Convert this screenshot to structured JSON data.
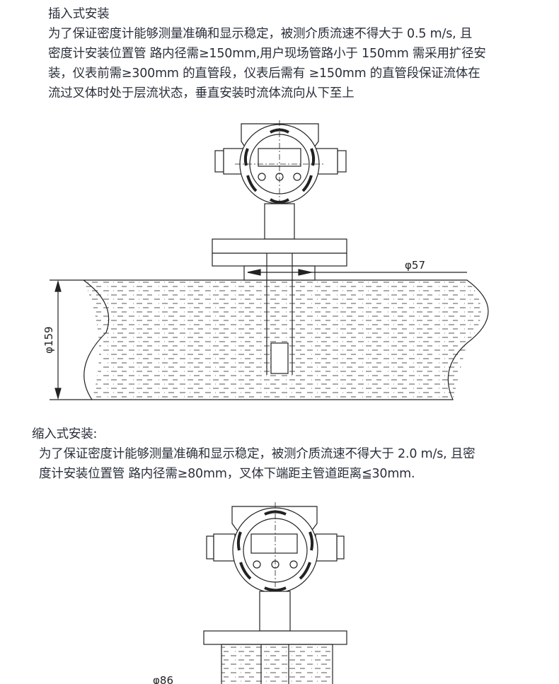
{
  "insertion": {
    "heading": "插入式安装",
    "lines": [
      "为了保证密度计能够测量准确和显示稳定，被测介质流速不得大于 0.5 m/s, 且",
      "密度计安装位置管 路内径需≥150mm,用户现场管路小于 150mm 需采用扩径安",
      "装，仪表前需≥300mm 的直管段，仪表后需有 ≥150mm 的直管段保证流体在",
      "流过叉体时处于层流状态，垂直安装时流体流向从下至上"
    ],
    "dim_pipe_bore": "φ57",
    "dim_pipe_diameter": "φ159"
  },
  "retraction": {
    "heading": "缩入式安装:",
    "lines": [
      "为了保证密度计能够测量准确和显示稳定，被测介质流速不得大于 2.0 m/s, 且密",
      "度计安装位置管 路内径需≥80mm，叉体下端距主管道距离≦30mm."
    ],
    "dim_pipe": "φ86"
  }
}
